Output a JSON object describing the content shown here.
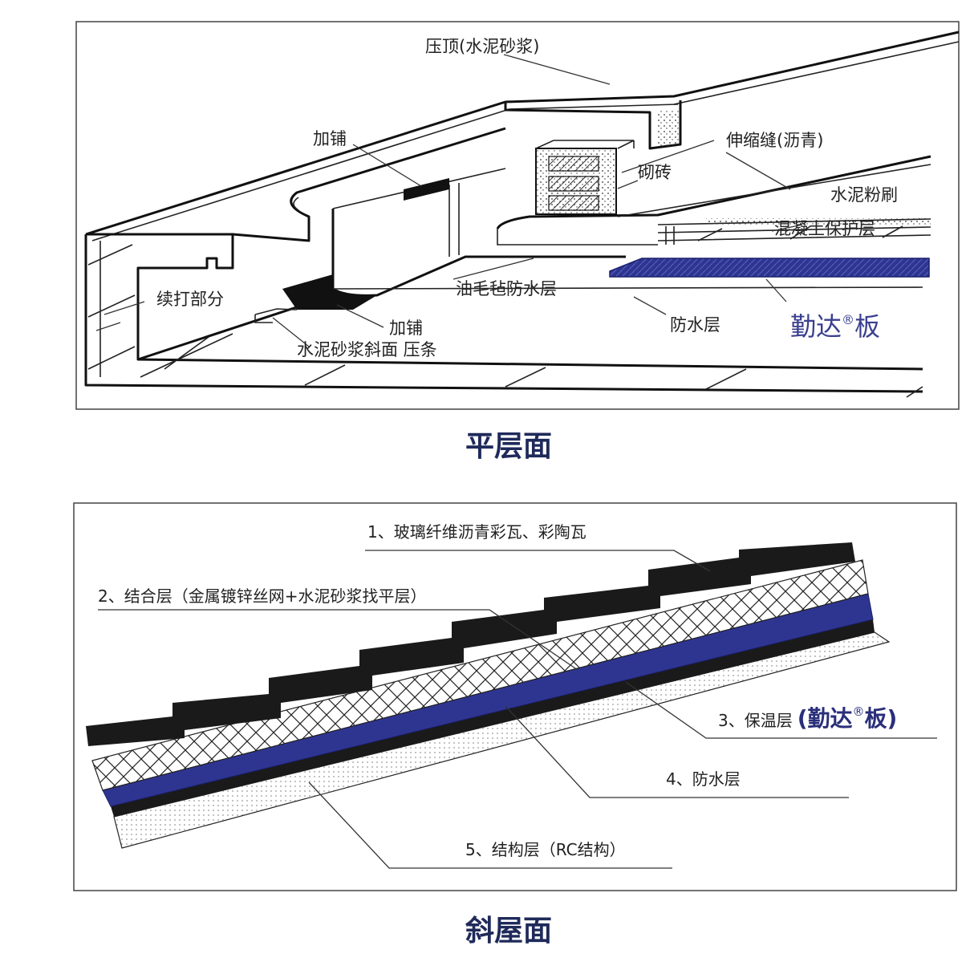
{
  "flat_roof": {
    "caption": "平层面",
    "labels": {
      "coping": "压顶(水泥砂浆)",
      "reinforce_top": "加铺",
      "expansion_joint": "伸缩缝(沥青)",
      "brick": "砌砖",
      "cement_plaster": "水泥粉刷",
      "concrete_protect": "混凝土保护层",
      "continued_part": "续打部分",
      "felt_layer": "油毛毡防水层",
      "reinforce_bottom": "加铺",
      "waterproof": "防水层",
      "mortar_strip": "水泥砂浆斜面 压条"
    },
    "brand": {
      "name_a": "勤达",
      "mark": "®",
      "name_b": "板"
    }
  },
  "sloped_roof": {
    "caption": "斜屋面",
    "layers": [
      {
        "label": "1、玻璃纤维沥青彩瓦、彩陶瓦"
      },
      {
        "label": "2、结合层（金属镀锌丝网+水泥砂浆找平层）"
      },
      {
        "label_prefix": "3、保温层",
        "brand_open": "(勤达",
        "mark": "®",
        "brand_close": "板)"
      },
      {
        "label": "4、防水层"
      },
      {
        "label": "5、结构层（RC结构）"
      }
    ],
    "colors": {
      "tile": "#1a1a1a",
      "board": "#2e3591",
      "dots": "#dcdcdc"
    }
  }
}
